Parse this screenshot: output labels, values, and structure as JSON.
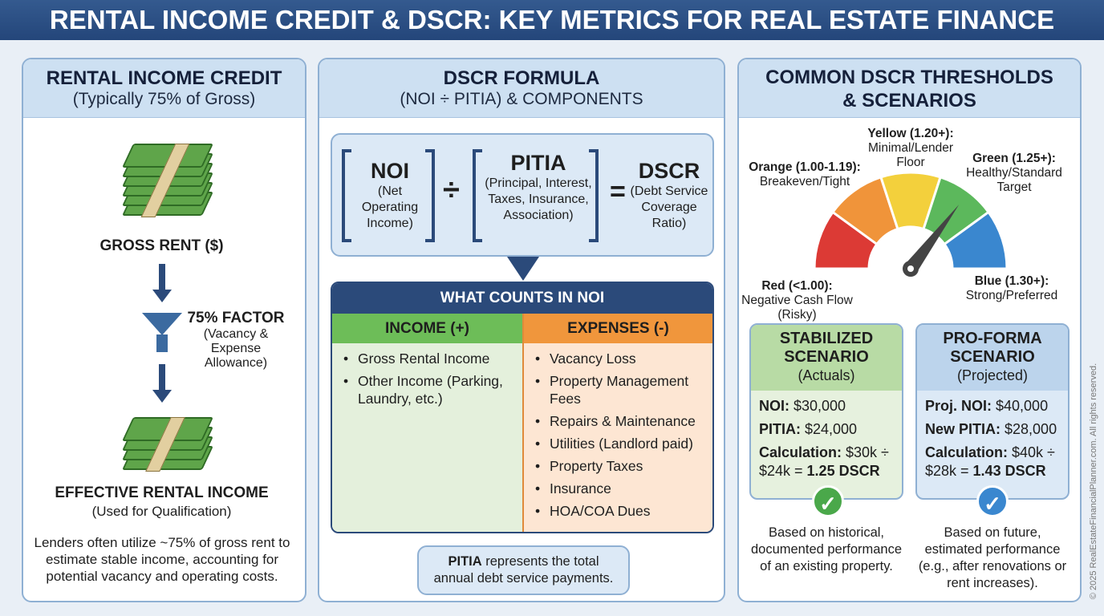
{
  "title": "RENTAL INCOME CREDIT & DSCR: KEY METRICS FOR REAL ESTATE FINANCE",
  "panel1": {
    "heading": "RENTAL INCOME CREDIT",
    "subheading": "(Typically 75% of Gross)",
    "gross_label": "GROSS RENT ($)",
    "factor_label": "75% FACTOR",
    "factor_sub1": "(Vacancy &",
    "factor_sub2": "Expense Allowance)",
    "effective_label": "EFFECTIVE RENTAL INCOME",
    "effective_sub": "(Used for Qualification)",
    "note": "Lenders often utilize ~75% of gross rent to estimate stable income, accounting for potential vacancy and operating costs."
  },
  "panel2": {
    "heading": "DSCR FORMULA",
    "subheading": "(NOI ÷ PITIA) & COMPONENTS",
    "formula": {
      "noi": "NOI",
      "noi_desc": "(Net Operating Income)",
      "divide": "÷",
      "pitia": "PITIA",
      "pitia_desc": "(Principal, Interest, Taxes, Insurance, Association)",
      "equals": "=",
      "dscr": "DSCR",
      "dscr_desc": "(Debt Service Coverage Ratio)"
    },
    "noi_table": {
      "title": "WHAT COUNTS IN NOI",
      "income_header": "INCOME (+)",
      "expenses_header": "EXPENSES (-)",
      "income": [
        "Gross Rental Income",
        "Other Income (Parking, Laundry, etc.)"
      ],
      "expenses": [
        "Vacancy Loss",
        "Property Management Fees",
        "Repairs & Maintenance",
        "Utilities (Landlord paid)",
        "Property Taxes",
        "Insurance",
        "HOA/COA Dues"
      ]
    },
    "callout_bold": "PITIA",
    "callout_rest": " represents the total annual debt service payments."
  },
  "panel3": {
    "heading1": "COMMON DSCR THRESHOLDS",
    "heading2": "& SCENARIOS",
    "gauge": [
      {
        "label": "Red (<1.00):",
        "desc": "Negative Cash Flow (Risky)",
        "color": "#dc3a35"
      },
      {
        "label": "Orange (1.00-1.19):",
        "desc": "Breakeven/Tight",
        "color": "#f0943a"
      },
      {
        "label": "Yellow (1.20+):",
        "desc": "Minimal/Lender Floor",
        "color": "#f3d03c"
      },
      {
        "label": "Green (1.25+):",
        "desc": "Healthy/Standard Target",
        "color": "#5cb85c"
      },
      {
        "label": "Blue (1.30+):",
        "desc": "Strong/Preferred",
        "color": "#3a87cf"
      }
    ],
    "needle_value": 1.25,
    "stabilized": {
      "title": "STABILIZED SCENARIO",
      "sub": "(Actuals)",
      "l1k": "NOI:",
      "l1v": " $30,000",
      "l2k": "PITIA:",
      "l2v": " $24,000",
      "l3k": "Calculation:",
      "l3v": " $30k ÷ $24k = ",
      "l3r": "1.25 DSCR",
      "caption": "Based on historical, documented performance of an existing property."
    },
    "proforma": {
      "title": "PRO-FORMA SCENARIO",
      "sub": "(Projected)",
      "l1k": "Proj. NOI:",
      "l1v": " $40,000",
      "l2k": "New PITIA:",
      "l2v": " $28,000",
      "l3k": "Calculation:",
      "l3v": " $40k ÷ $28k = ",
      "l3r": "1.43 DSCR",
      "caption": "Based on future, estimated performance (e.g., after renovations or rent increases)."
    }
  },
  "copyright": "© 2025 RealEstateFinancialPlanner.com. All rights reserved."
}
